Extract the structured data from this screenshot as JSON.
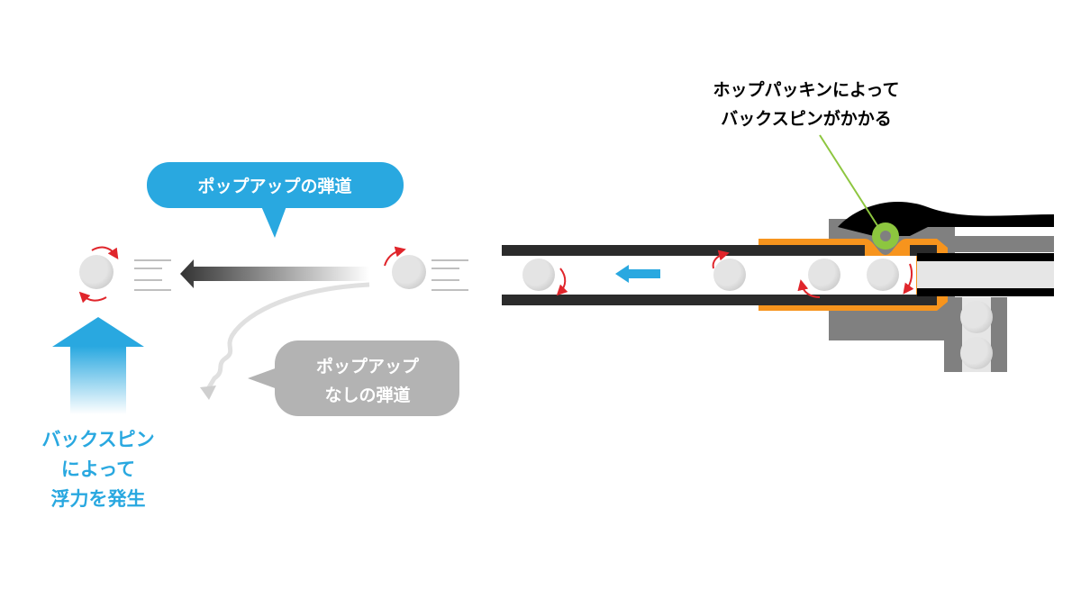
{
  "labels": {
    "hop_packing_line1": "ホップパッキンによって",
    "hop_packing_line2": "バックスピンがかかる",
    "popup_trajectory": "ポップアップの弾道",
    "no_popup_line1": "ポップアップ",
    "no_popup_line2": "なしの弾道",
    "lift_line1": "バックスピン",
    "lift_line2": "によって",
    "lift_line3": "浮力を発生"
  },
  "colors": {
    "accent_blue": "#29a8e0",
    "spin_red": "#e0252b",
    "hop_orange": "#f7941d",
    "packing_green": "#8dc63f",
    "barrel_black": "#2b2b2b",
    "bubble_gray": "#b3b3b3"
  }
}
